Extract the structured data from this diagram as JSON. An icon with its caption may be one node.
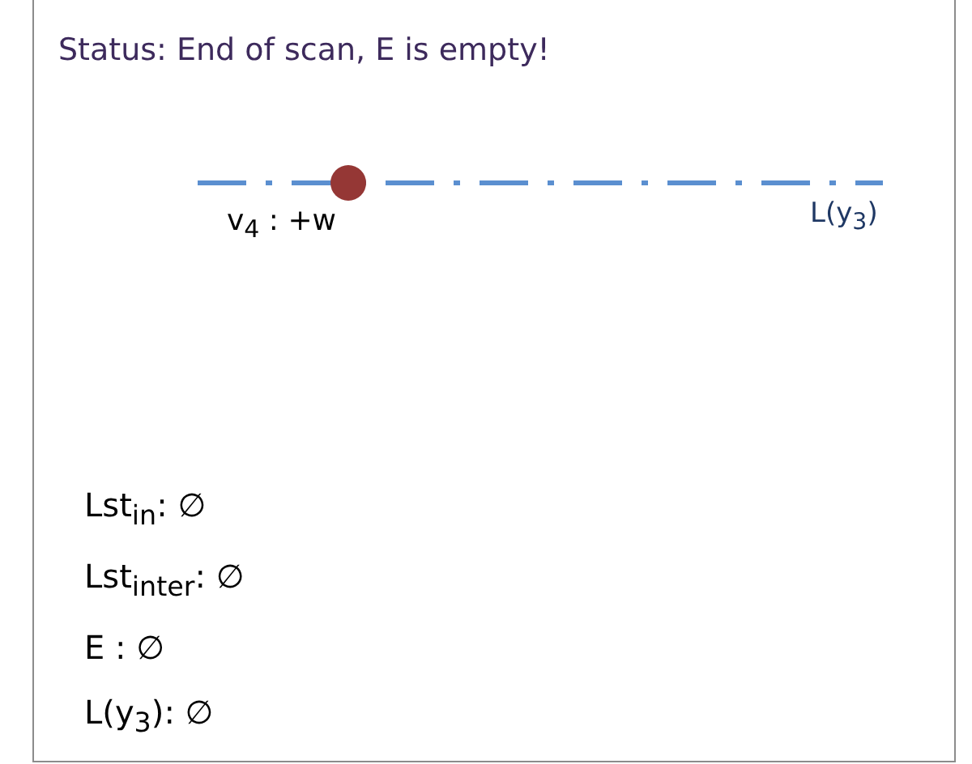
{
  "diagram": {
    "title": "Status: End of scan, E is empty!",
    "labels": [
      "v$_{4}$ : +w",
      "L(y$_{3}$)",
      "Lst$_{in}$: ∅",
      "Lst$_{inter}$: ∅",
      "E : ∅",
      "L(y$_{3}$): ∅"
    ]
  }
}
